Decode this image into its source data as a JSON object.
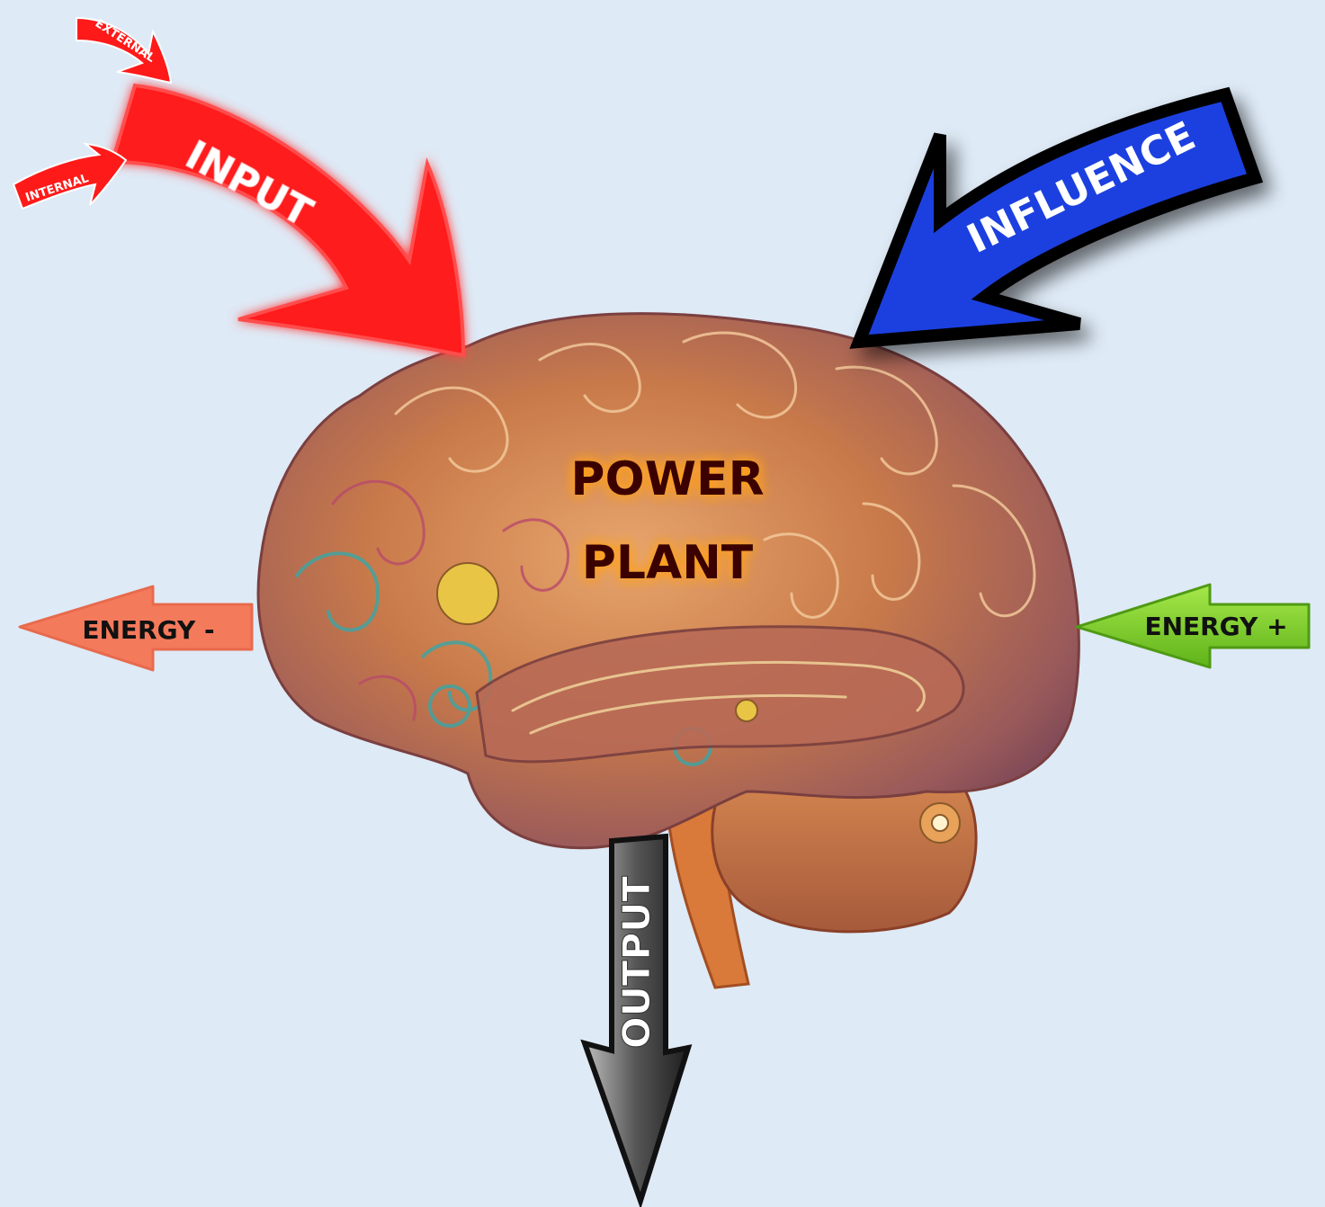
{
  "labels": {
    "input": "INPUT",
    "external": "EXTERNAL",
    "internal": "INTERNAL",
    "influence": "INFLUENCE",
    "center_line1": "POWER",
    "center_line2": "PLANT",
    "energy_minus": "ENERGY -",
    "energy_plus": "ENERGY +",
    "output": "OUTPUT"
  },
  "colors": {
    "background": "#deeaf6",
    "input_arrow": "#ff1a1a",
    "influence_arrow": "#1f3fe0",
    "energy_minus_arrow": "#f47a5c",
    "energy_plus_arrow": "#7ed321",
    "output_arrow": "#3a3a3a",
    "center_text": "#3a0000",
    "center_glow": "#ff9a1a"
  }
}
